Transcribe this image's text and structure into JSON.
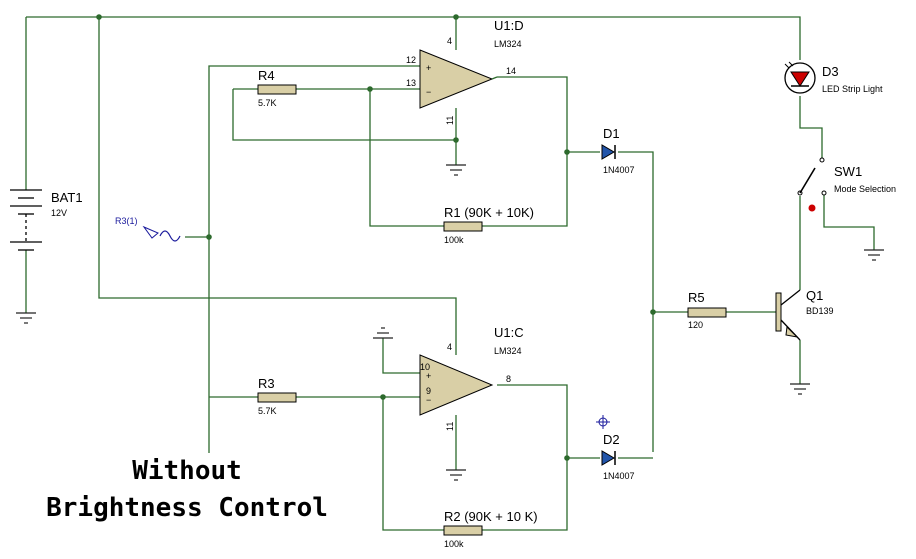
{
  "title": {
    "line1": "Without",
    "line2": "Brightness Control"
  },
  "components": {
    "bat1": {
      "ref": "BAT1",
      "value": "12V"
    },
    "u1d": {
      "ref": "U1:D",
      "part": "LM324",
      "pins": {
        "p4": "4",
        "p12": "12",
        "p13": "13",
        "p11": "11",
        "p14": "14"
      }
    },
    "u1c": {
      "ref": "U1:C",
      "part": "LM324",
      "pins": {
        "p4": "4",
        "p10": "10",
        "p9": "9",
        "p11": "11",
        "p8": "8"
      }
    },
    "r4": {
      "ref": "R4",
      "value": "5.7K"
    },
    "r3": {
      "ref": "R3",
      "value": "5.7K"
    },
    "r1": {
      "ref": "R1 (90K + 10K)",
      "value": "100k"
    },
    "r2": {
      "ref": "R2 (90K + 10 K)",
      "value": "100k"
    },
    "r5": {
      "ref": "R5",
      "value": "120"
    },
    "d1": {
      "ref": "D1",
      "part": "1N4007"
    },
    "d2": {
      "ref": "D2",
      "part": "1N4007"
    },
    "d3": {
      "ref": "D3",
      "desc": "LED Strip Light"
    },
    "sw1": {
      "ref": "SW1",
      "desc": "Mode Selection"
    },
    "q1": {
      "ref": "Q1",
      "part": "BD139"
    },
    "source": {
      "ref": "R3(1)"
    }
  },
  "colors": {
    "wire": "#2d6a2d",
    "resistor": "#d9cfa6",
    "opamp": "#d9cfa6",
    "diode": "#2255aa",
    "led_red": "#cc0000",
    "switch_contact": "#cc0000",
    "probe": "#1a1a9c"
  }
}
